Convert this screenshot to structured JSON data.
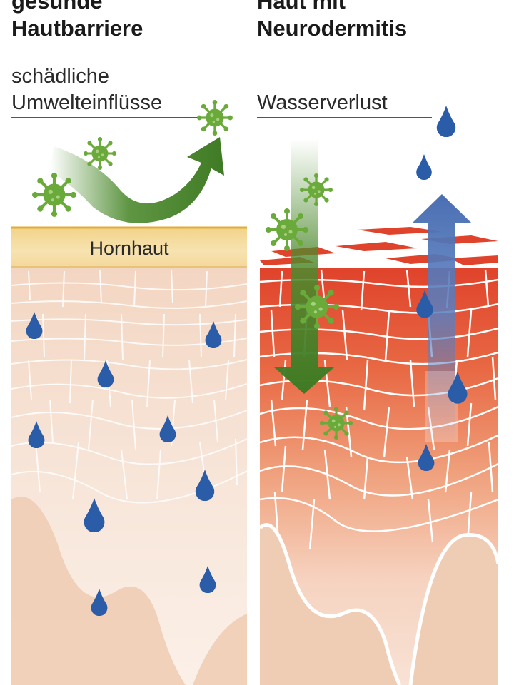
{
  "left_panel": {
    "title_line1": "gesunde",
    "title_line2": "Hautbarriere",
    "label_line1": "schädliche",
    "label_line2": "Umwelteinflüsse",
    "layer_label": "Hornhaut"
  },
  "right_panel": {
    "title_line1": "Haut mit",
    "title_line2": "Neurodermitis",
    "label": "Wasserverlust"
  },
  "colors": {
    "skin_light": "#f7e3d6",
    "skin_deep": "#efcdb5",
    "horny_layer": "#f4dc9c",
    "horny_border": "#e5b54a",
    "inflamed_red": "#e0432b",
    "inflamed_orange": "#ec8a60",
    "virus_green": "#6aaa3a",
    "arrow_green": "#4d8a2e",
    "water_blue": "#2a5ca8",
    "arrow_blue": "#5b7fbf",
    "cell_line": "#ffffff"
  },
  "icons": [
    "virus-icon",
    "water-drop-icon",
    "arrow-up-icon",
    "arrow-down-icon",
    "curved-arrow-icon"
  ]
}
